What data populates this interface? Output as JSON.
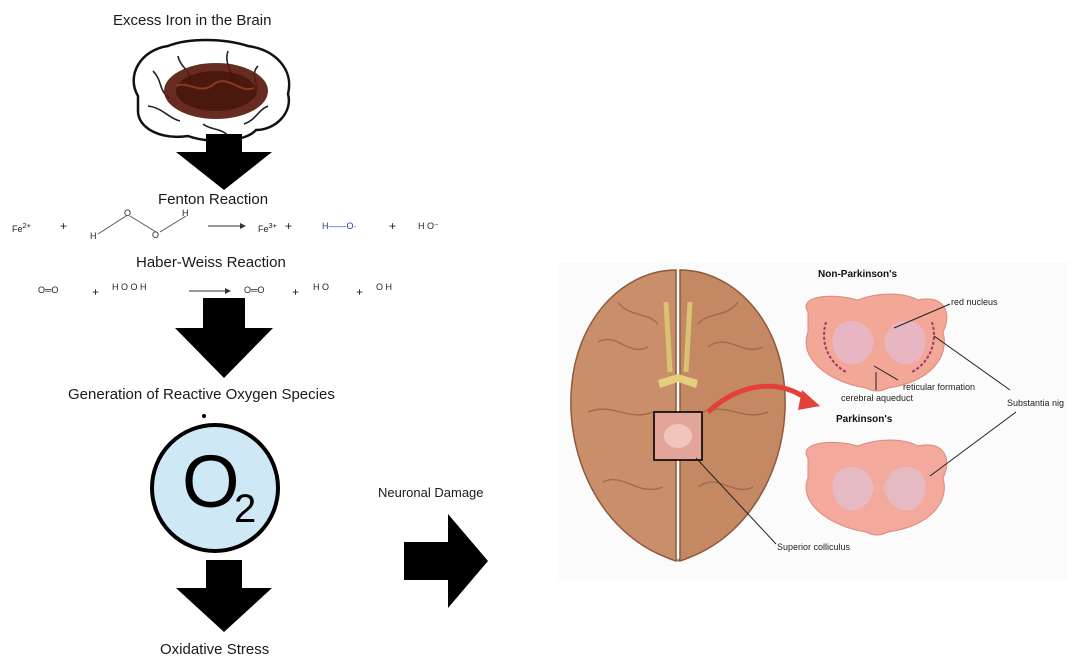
{
  "left_flow": {
    "title_top": "Excess Iron in the Brain",
    "fenton_title": "Fenton Reaction",
    "haber_title": "Haber-Weiss Reaction",
    "ros_title": "Generation of Reactive Oxygen Species",
    "o2_symbol": "O",
    "o2_subscript": "2",
    "oxidative_stress": "Oxidative Stress"
  },
  "fenton_eq": {
    "fe2": "Fe",
    "fe2_sup": "2+",
    "plus1": "+",
    "h_left": "H",
    "o_a": "O",
    "o_b": "O",
    "h_right": "H",
    "fe3": "Fe",
    "fe3_sup": "3+",
    "plus2": "+",
    "hydroxyl": "H——O·",
    "plus3": "+",
    "hydroxide": "H  O⁻"
  },
  "haber_eq": {
    "superoxide": "O═O",
    "plus1": "+",
    "peroxide": "H  O  O  H",
    "oxygen": "O═O",
    "plus2": "+",
    "hydroxide": "H  O",
    "plus3": "+",
    "hydroxyl": "O  H"
  },
  "middle": {
    "neuronal_damage": "Neuronal Damage"
  },
  "right_panel": {
    "non_pd_title": "Non-Parkinson's",
    "pd_title": "Parkinson's",
    "red_nucleus": "red nucleus",
    "reticular_formation": "reticular formation",
    "cerebral_aqueduct": "cerebral aqueduct",
    "substantia_nigra": "Substantia nig",
    "superior_colliculus": "Superior colliculus"
  },
  "colors": {
    "o2_fill": "#cfe8f5",
    "arrow": "#000000",
    "brain_tan": "#c98f6a",
    "slice_pink": "#f2a797",
    "iron_deposit": "#5a1a0e"
  }
}
